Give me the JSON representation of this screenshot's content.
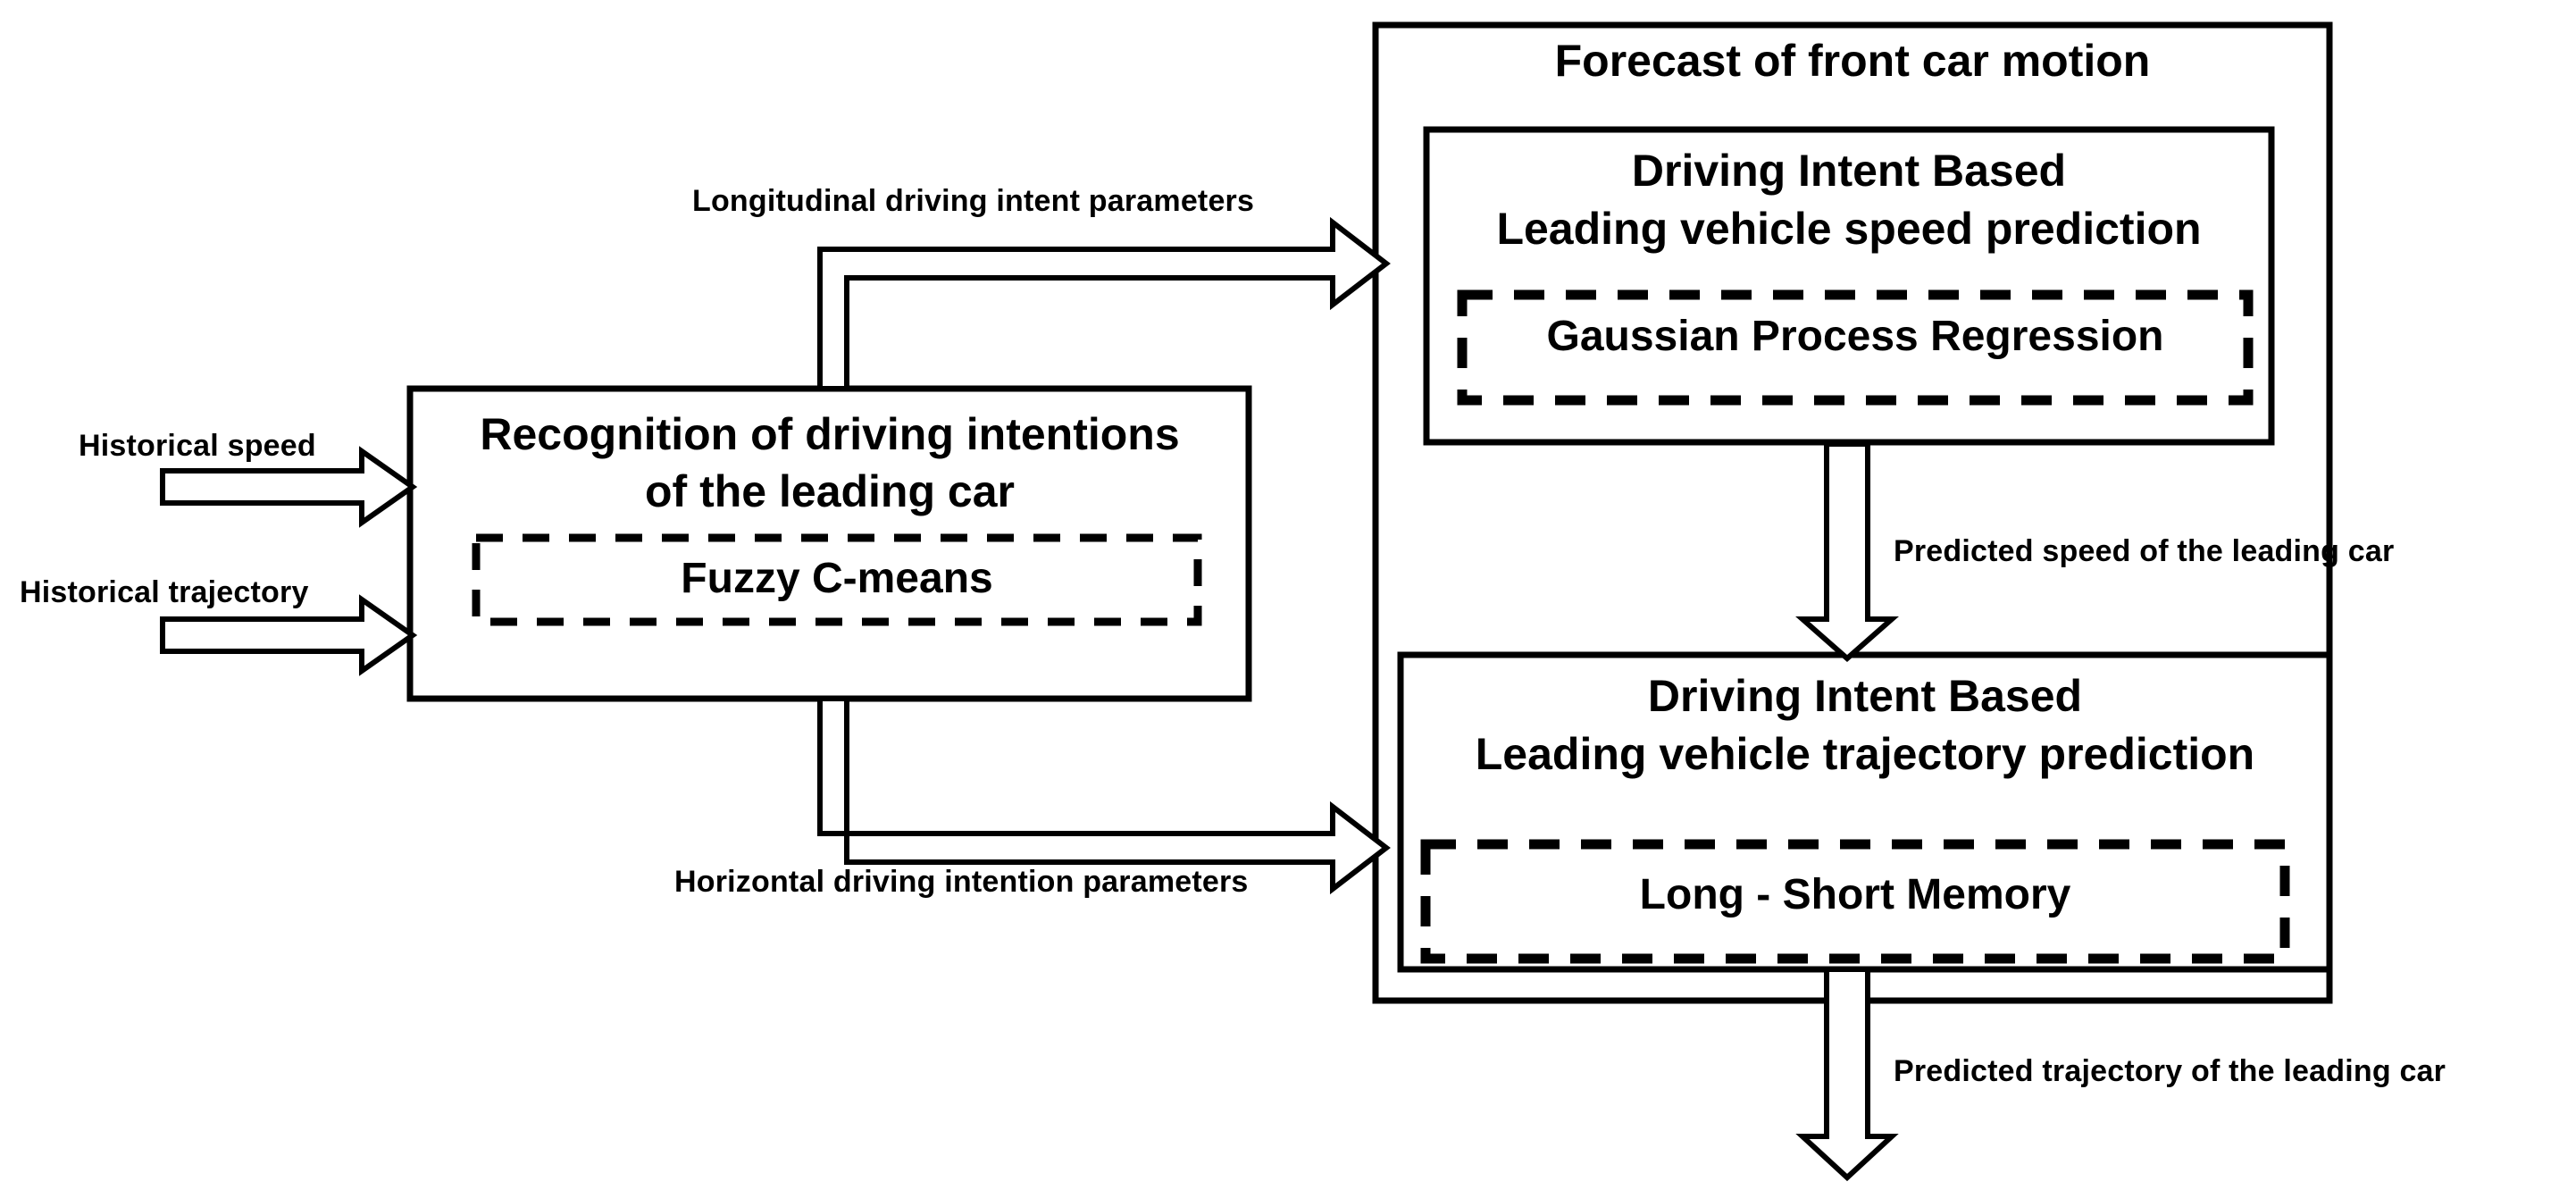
{
  "diagram": {
    "type": "flowchart",
    "title": "Leading car motion forecast architecture",
    "background_color": "#ffffff",
    "line_color": "#000000"
  },
  "left_inputs": [
    {
      "label": "Historical speed",
      "arrow": "right-block-arrow"
    },
    {
      "label": "Historical trajectory",
      "arrow": "right-block-arrow"
    }
  ],
  "recognition_box": {
    "title_line1": "Recognition of driving intentions",
    "title_line2": "of the leading car",
    "inner_module": "Fuzzy C-means",
    "inner_module_style": "dashed"
  },
  "forecast_container": {
    "title": "Forecast of front car motion",
    "modules": [
      {
        "head_line1": "Driving Intent Based",
        "head_line2": "Leading vehicle speed prediction",
        "inner_module": "Gaussian Process Regression",
        "inner_module_style": "dashed"
      },
      {
        "head_line1": "Driving Intent Based",
        "head_line2": "Leading vehicle trajectory prediction",
        "inner_module": "Long - Short Memory",
        "inner_module_style": "dashed"
      }
    ]
  },
  "connectors": [
    {
      "label": "Longitudinal driving intent parameters",
      "direction": "right",
      "style": "elbow-block-arrow"
    },
    {
      "label": "Horizontal driving intention parameters",
      "direction": "right",
      "style": "elbow-block-arrow"
    },
    {
      "label": "Predicted speed of the leading car",
      "direction": "down",
      "style": "block-arrow"
    },
    {
      "label": "Predicted trajectory of the leading car",
      "direction": "down",
      "style": "block-arrow"
    }
  ]
}
